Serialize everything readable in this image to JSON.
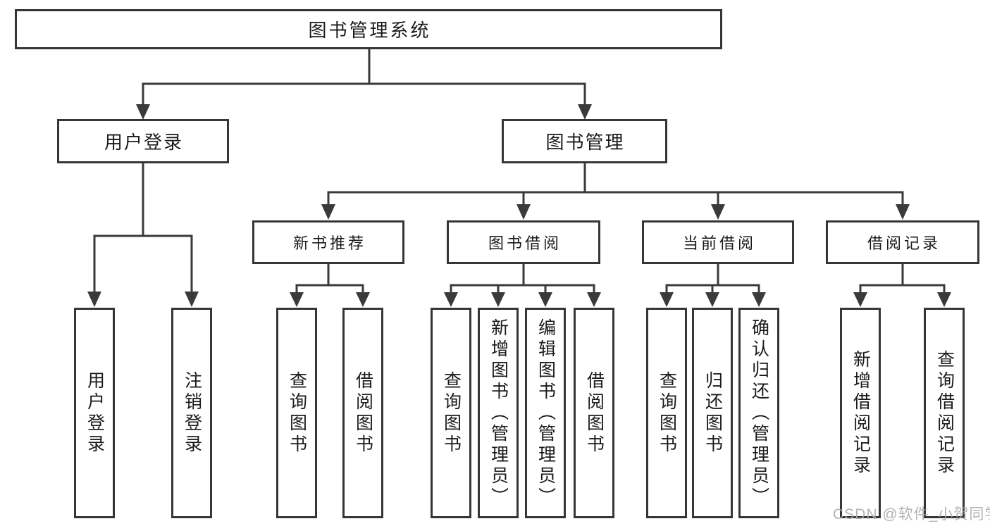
{
  "diagram": {
    "root": {
      "label": "图书管理系统"
    },
    "branches": [
      {
        "label": "用户登录",
        "children": [
          {
            "label": "用户登录"
          },
          {
            "label": "注销登录"
          }
        ]
      },
      {
        "label": "图书管理",
        "children": [
          {
            "label": "新书推荐",
            "children": [
              {
                "label": "查询图书"
              },
              {
                "label": "借阅图书"
              }
            ]
          },
          {
            "label": "图书借阅",
            "children": [
              {
                "label": "查询图书"
              },
              {
                "label": "新增图书（管理员）"
              },
              {
                "label": "编辑图书（管理员）"
              },
              {
                "label": "借阅图书"
              }
            ]
          },
          {
            "label": "当前借阅",
            "children": [
              {
                "label": "查询图书"
              },
              {
                "label": "归还图书"
              },
              {
                "label": "确认归还（管理员）"
              }
            ]
          },
          {
            "label": "借阅记录",
            "children": [
              {
                "label": "新增借阅记录"
              },
              {
                "label": "查询借阅记录"
              }
            ]
          }
        ]
      }
    ]
  },
  "watermark": {
    "text": "CSDN @软件_小贺同学"
  },
  "colors": {
    "line": "#3a3a3a",
    "box_border": "#363636",
    "text": "#1a1a1a",
    "watermark": "#ababab",
    "background": "#ffffff"
  }
}
